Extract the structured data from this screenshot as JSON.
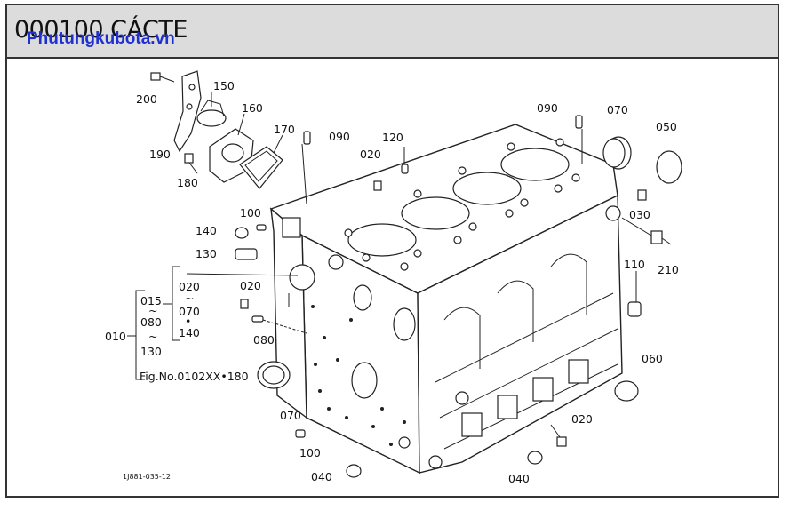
{
  "header": {
    "title": "000100 CÁCTE",
    "watermark": "Phutungkubota.vn"
  },
  "callouts": [
    {
      "id": "200",
      "text": "200"
    },
    {
      "id": "150",
      "text": "150"
    },
    {
      "id": "160",
      "text": "160"
    },
    {
      "id": "170",
      "text": "170"
    },
    {
      "id": "190",
      "text": "190"
    },
    {
      "id": "180",
      "text": "180"
    },
    {
      "id": "090a",
      "text": "090"
    },
    {
      "id": "090b",
      "text": "090"
    },
    {
      "id": "120",
      "text": "120"
    },
    {
      "id": "020a",
      "text": "020"
    },
    {
      "id": "070a",
      "text": "070"
    },
    {
      "id": "050",
      "text": "050"
    },
    {
      "id": "030",
      "text": "030"
    },
    {
      "id": "210",
      "text": "210"
    },
    {
      "id": "100a",
      "text": "100"
    },
    {
      "id": "140",
      "text": "140"
    },
    {
      "id": "130",
      "text": "130"
    },
    {
      "id": "020b",
      "text": "020"
    },
    {
      "id": "080",
      "text": "080"
    },
    {
      "id": "110",
      "text": "110"
    },
    {
      "id": "060",
      "text": "060"
    },
    {
      "id": "070b",
      "text": "070"
    },
    {
      "id": "020c",
      "text": "020"
    },
    {
      "id": "100b",
      "text": "100"
    },
    {
      "id": "040a",
      "text": "040"
    },
    {
      "id": "040b",
      "text": "040"
    }
  ],
  "group_bracket": {
    "root": "010",
    "col1": [
      "015",
      "~",
      "080",
      "~",
      "130"
    ],
    "col2": [
      "020",
      "~",
      "070",
      "•",
      "140"
    ],
    "figure_ref": "Fig.No.0102XX•180"
  },
  "drawing_code": "1J881-035-12"
}
